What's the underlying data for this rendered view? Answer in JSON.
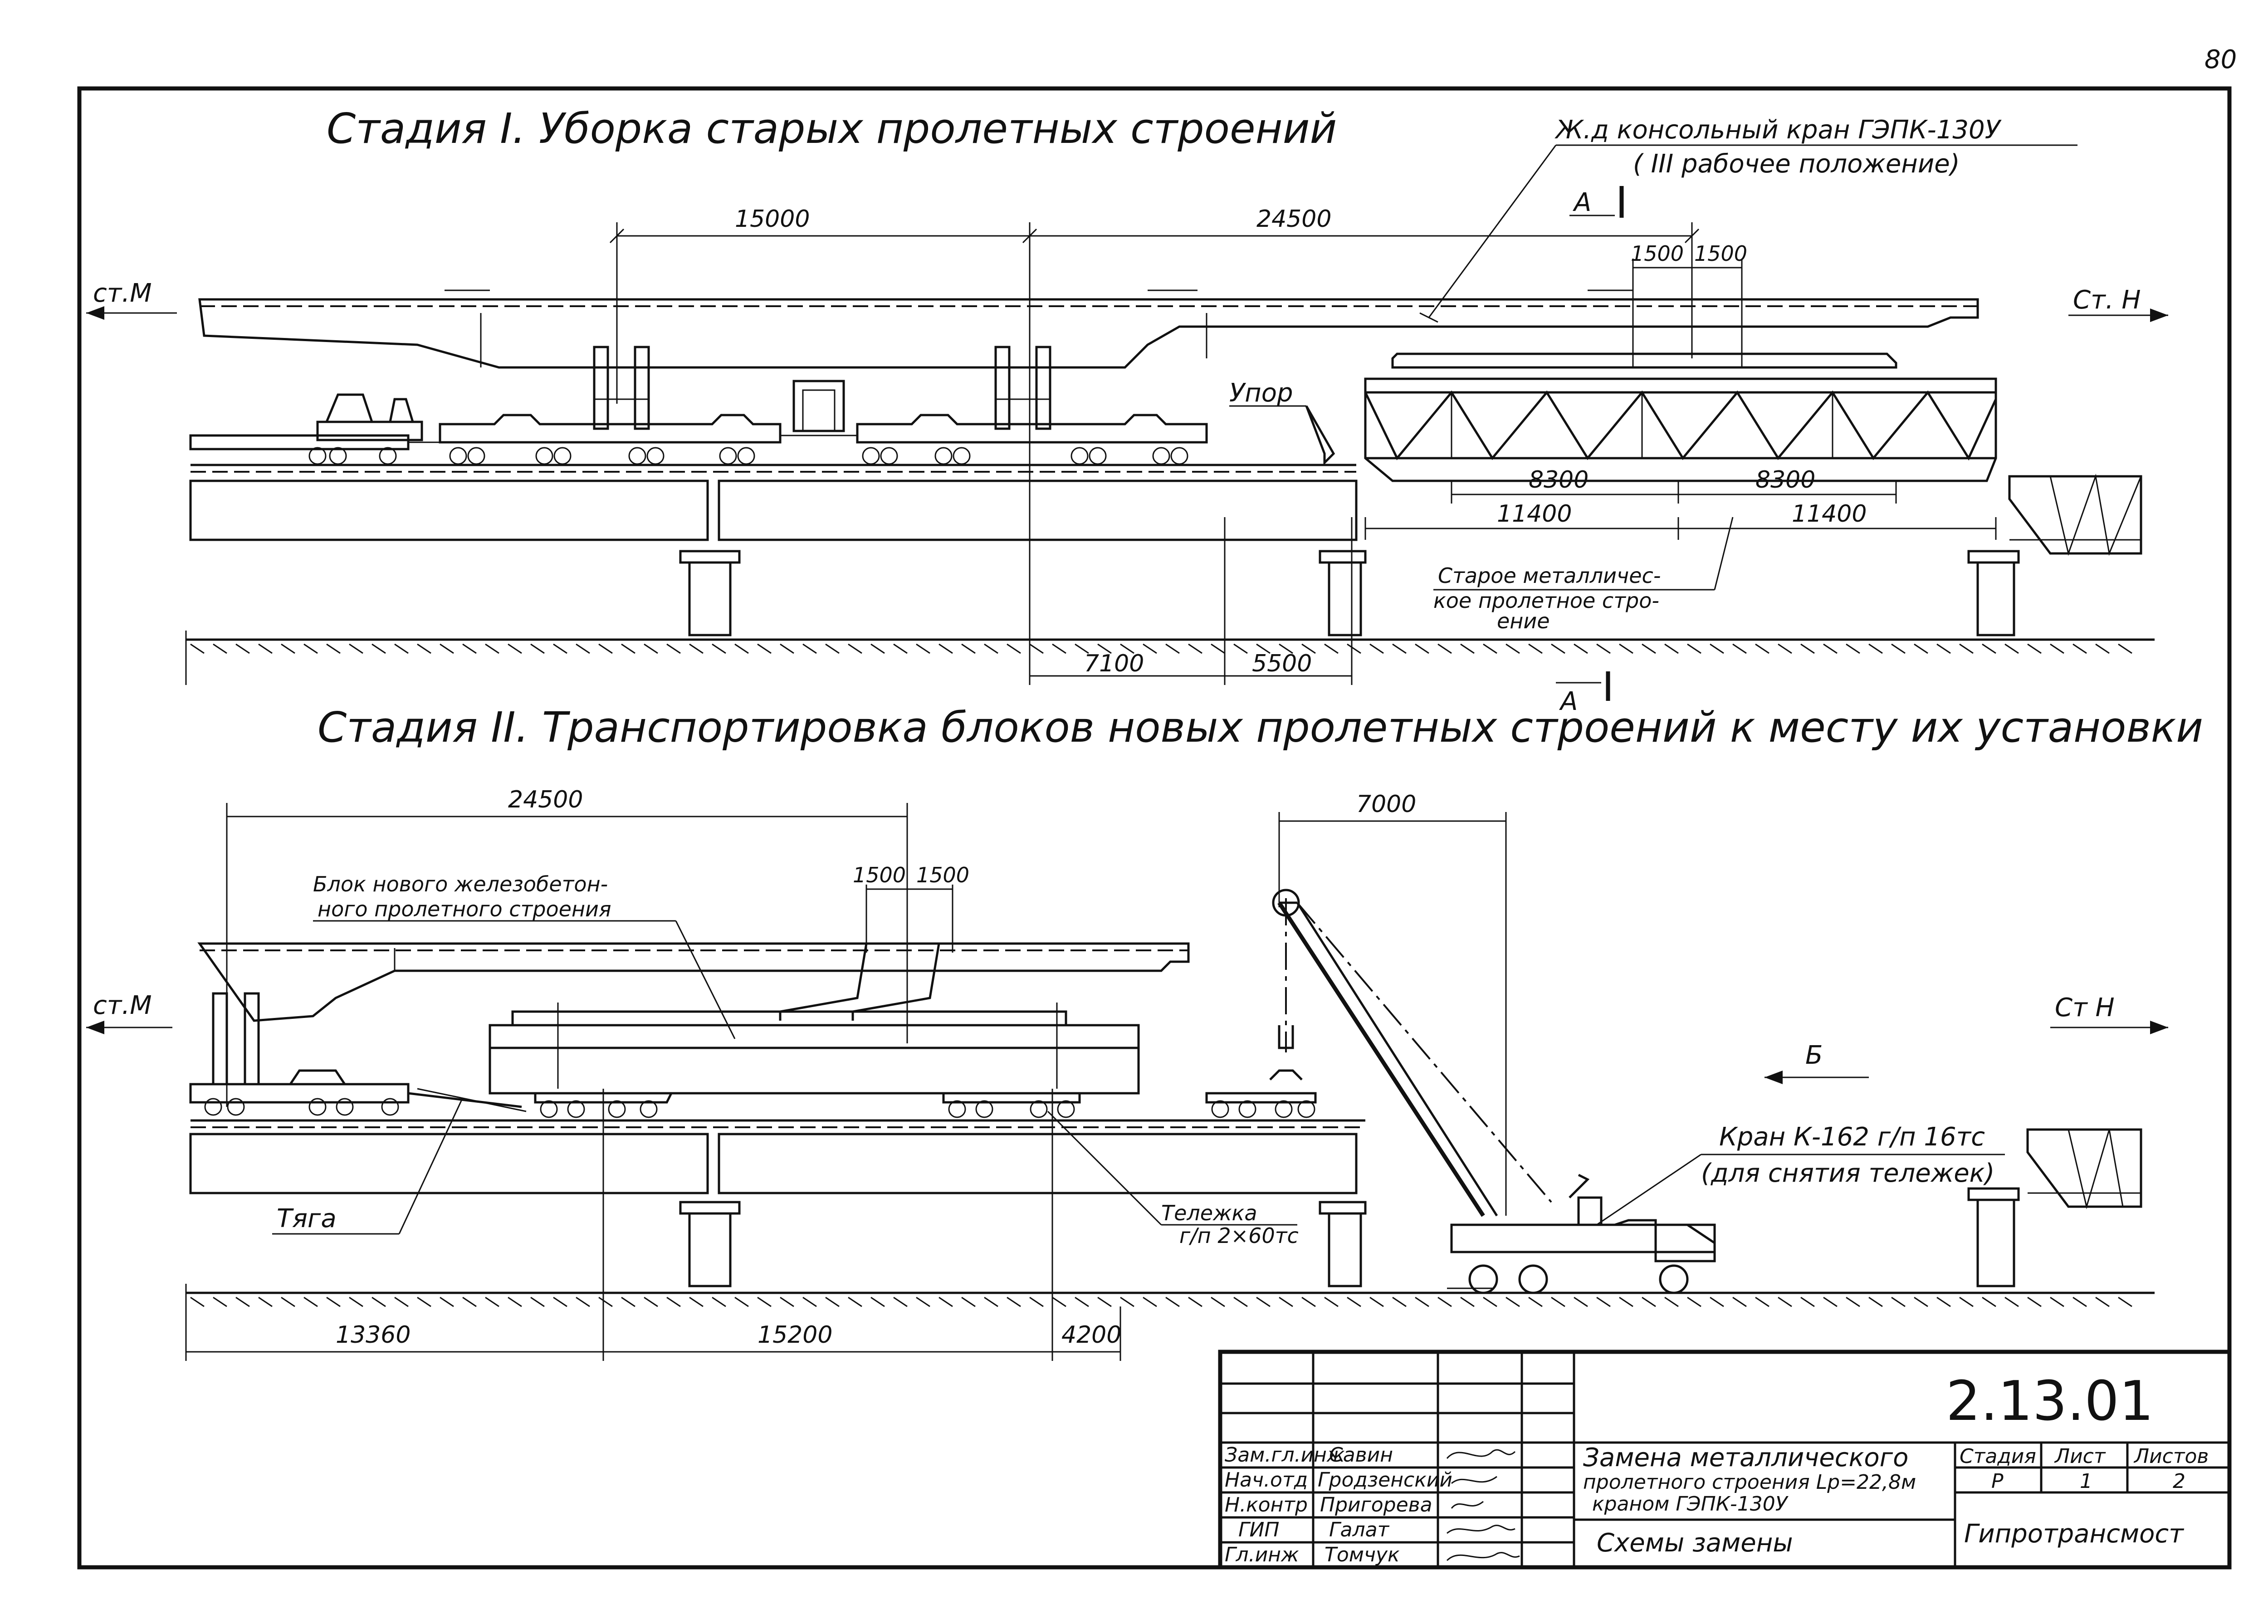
{
  "sheet": {
    "page_number": "80"
  },
  "stage1": {
    "title": "Стадия I. Уборка старых пролетных строений",
    "crane_label_line1": "Ж.д консольный кран ГЭПК-130У",
    "crane_label_line2": "( III рабочее положение)",
    "section_mark": "А",
    "dir_left": "ст.М",
    "dir_right": "Ст. Н",
    "stop_label": "Упор",
    "old_span_label_1": "Старое металличес-",
    "old_span_label_2": "кое пролетное стро-",
    "old_span_label_3": "ение",
    "dims": {
      "d15000": "15000",
      "d24500": "24500",
      "d1500a": "1500",
      "d1500b": "1500",
      "d8300a": "8300",
      "d8300b": "8300",
      "d11400a": "11400",
      "d11400b": "11400",
      "d7100": "7100",
      "d5500": "5500"
    }
  },
  "stage2": {
    "title": "Стадия II. Транспортировка блоков новых пролетных строений к месту их установки",
    "block_label_1": "Блок нового железобетон-",
    "block_label_2": "ного пролетного строения",
    "dir_left": "ст.М",
    "dir_right": "Ст Н",
    "direction_mark": "Б",
    "pull_label": "Тяга",
    "bogie_label_1": "Тележка",
    "bogie_label_2": "г/п 2×60тс",
    "crane_label_1": "Кран К-162 г/п 16тс",
    "crane_label_2": "(для снятия тележек)",
    "dims": {
      "d24500": "24500",
      "d1500a": "1500",
      "d1500b": "1500",
      "d7000": "7000",
      "d13360": "13360",
      "d15200": "15200",
      "d4200": "4200"
    }
  },
  "title_block": {
    "drawing_code": "2.13.01",
    "roles": [
      "Зам.гл.инж",
      "Нач.отд",
      "Н.контр",
      "ГИП",
      "Гл.инж"
    ],
    "names": [
      "Савин",
      "Гродзенский",
      "Пригорева",
      "Галат",
      "Томчук"
    ],
    "description_1": "Замена металлического",
    "description_2": "пролетного строения Lр=22,8м",
    "description_3": "краном ГЭПК-130У",
    "sheet_name": "Схемы замены",
    "stage_header": "Стадия",
    "sheet_header": "Лист",
    "sheets_header": "Листов",
    "stage_value": "Р",
    "sheet_value": "1",
    "sheets_value": "2",
    "organization": "Гипротрансмост"
  }
}
